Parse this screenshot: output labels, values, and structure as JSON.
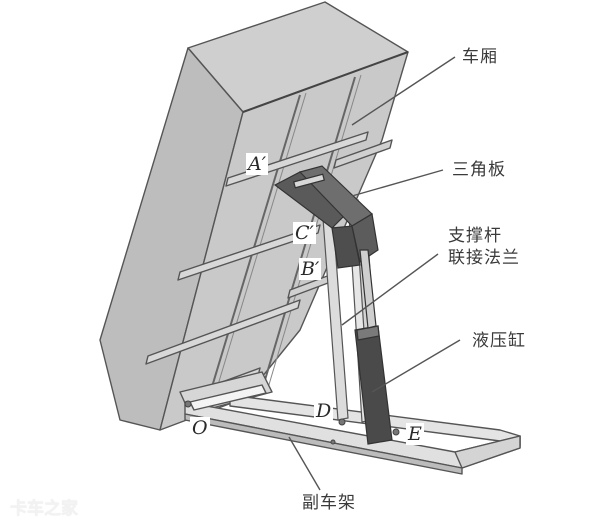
{
  "diagram": {
    "type": "dump-truck-lifting-mechanism",
    "labels": {
      "cargo_box": "车厢",
      "triangle_plate": "三角板",
      "support_rod_flange_line1": "支撑杆",
      "support_rod_flange_line2": "联接法兰",
      "hydraulic_cylinder": "液压缸",
      "subframe": "副车架"
    },
    "points": {
      "A": "A′",
      "C": "C′",
      "B": "B′",
      "O": "O",
      "D": "D",
      "E": "E"
    },
    "colors": {
      "body_fill": "#c4c4c4",
      "body_side": "#b3b3b3",
      "frame_fill": "#e2e2e2",
      "triangle_plate": "#5a5a5a",
      "cylinder": "#4a4a4a",
      "stroke": "#555555"
    }
  },
  "watermark": "卡车之家"
}
